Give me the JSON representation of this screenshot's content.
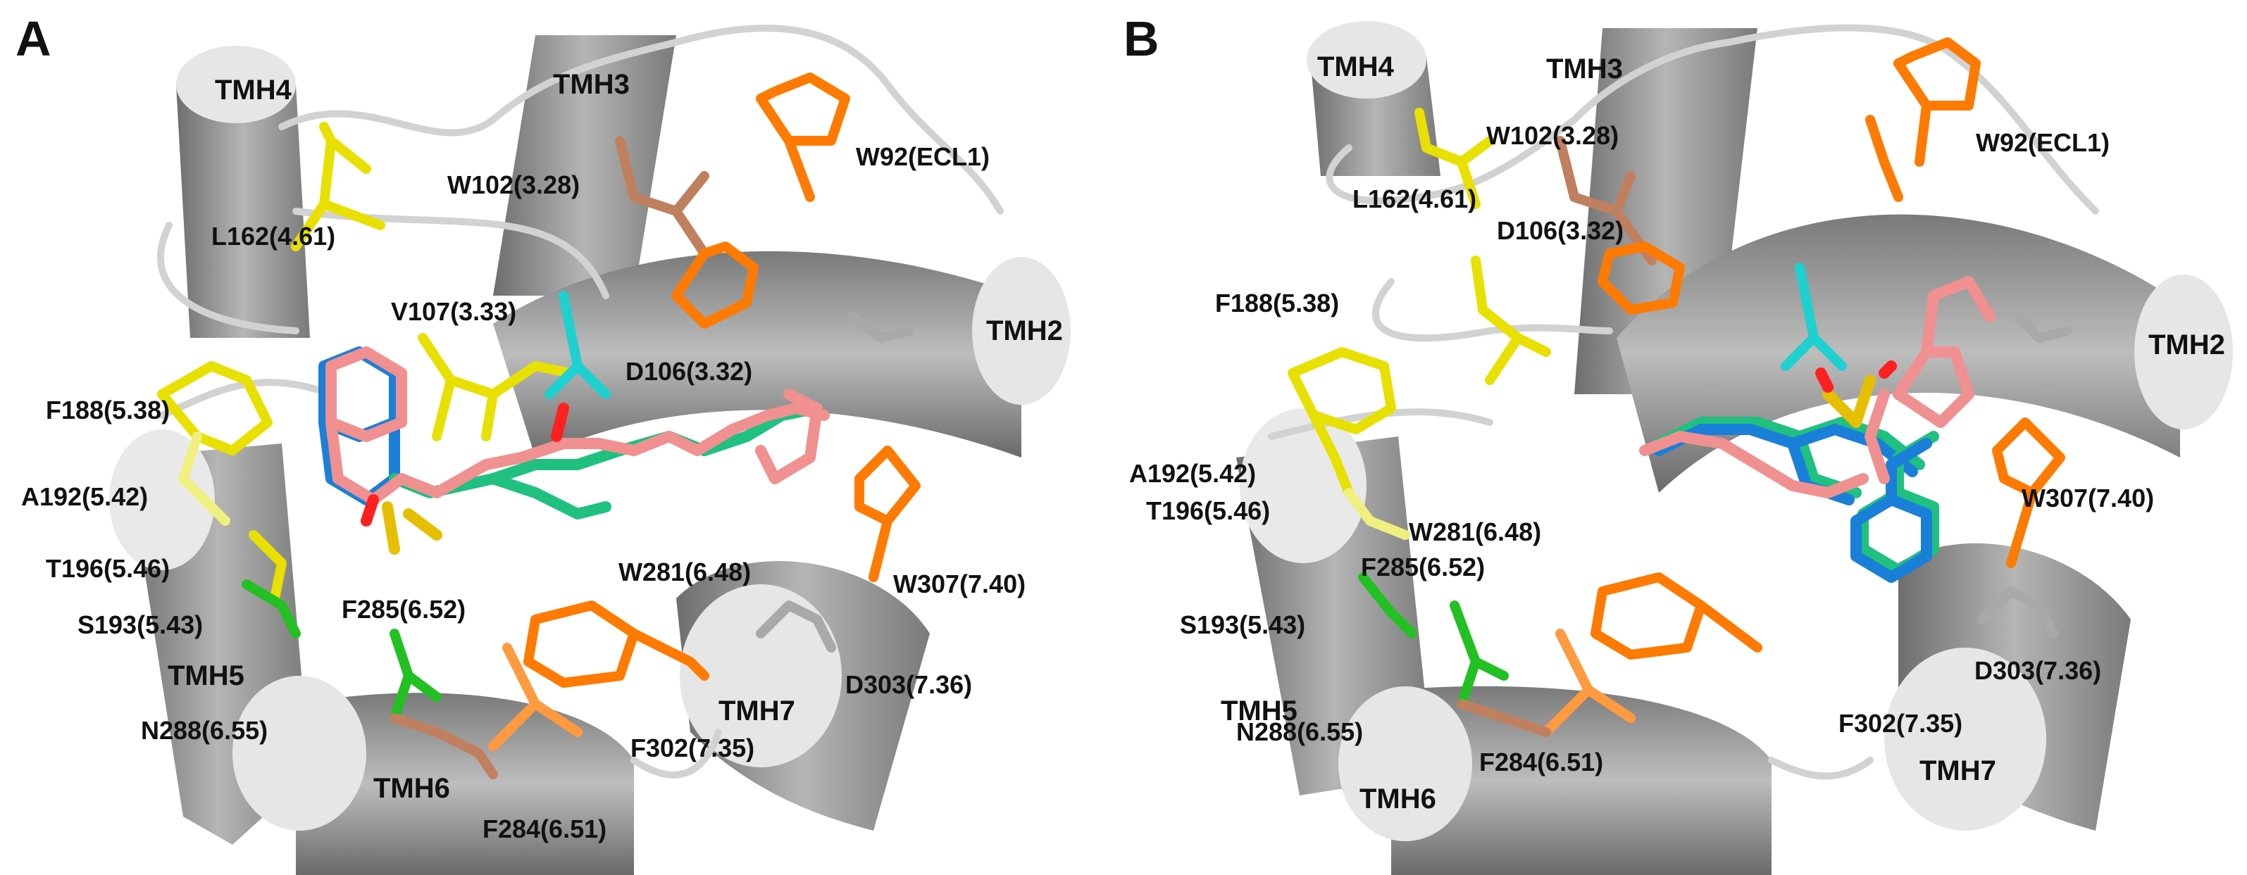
{
  "colors": {
    "helix": "#8f8f8f",
    "helix_end": "#e6e6e6",
    "loop": "#cfcfcf",
    "yellow_residues": "#e8e000",
    "orange_residues": "#ff7a00",
    "aspartate": "#1fd0d0",
    "serine_asparagine": "#22c022",
    "gray_residues": "#a9a9a9",
    "ligand_pink": "#f09090",
    "ligand_blue": "#1a7fd8",
    "ligand_green": "#20c080",
    "oxygen": "#ff2020",
    "nitrogen": "#2040ff",
    "sulfur": "#e6c000"
  },
  "panels": [
    {
      "label": "A",
      "helices": [
        "TMH4",
        "TMH3",
        "TMH2",
        "TMH5",
        "TMH6",
        "TMH7"
      ],
      "residues": [
        "L162(4.61)",
        "W102(3.28)",
        "W92(ECL1)",
        "V107(3.33)",
        "D106(3.32)",
        "F188(5.38)",
        "A192(5.42)",
        "T196(5.46)",
        "S193(5.43)",
        "F285(6.52)",
        "W281(6.48)",
        "W307(7.40)",
        "D303(7.36)",
        "N288(6.55)",
        "F302(7.35)",
        "F284(6.51)"
      ]
    },
    {
      "label": "B",
      "helices": [
        "TMH4",
        "TMH3",
        "TMH2",
        "TMH5",
        "TMH6",
        "TMH7"
      ],
      "residues": [
        "L162(4.61)",
        "W102(3.28)",
        "W92(ECL1)",
        "D106(3.32)",
        "F188(5.38)",
        "A192(5.42)",
        "T196(5.46)",
        "W281(6.48)",
        "W307(7.40)",
        "F285(6.52)",
        "S193(5.43)",
        "D303(7.36)",
        "F302(7.35)",
        "N288(6.55)",
        "F284(6.51)"
      ]
    }
  ]
}
